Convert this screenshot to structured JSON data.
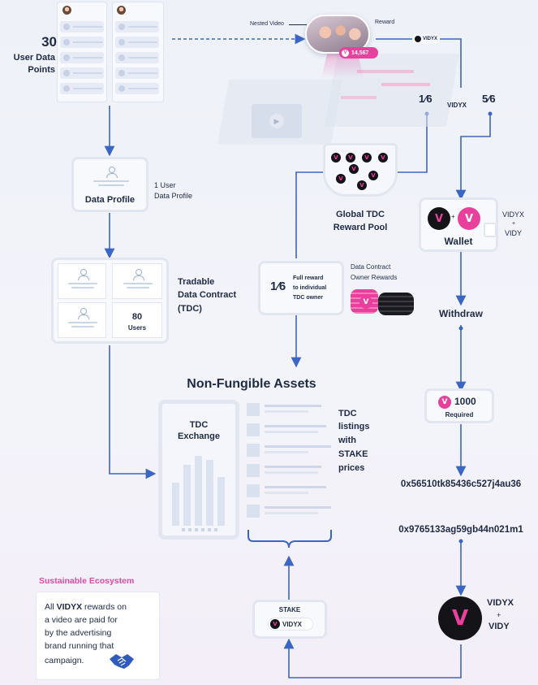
{
  "colors": {
    "accent": "#e8409c",
    "wire": "#3c66c4",
    "text": "#1f2a44",
    "heading_pink": "#e04aa4"
  },
  "top": {
    "user_data_count": "30",
    "user_data_label_1": "User Data",
    "user_data_label_2": "Points",
    "nested_video_label": "Nested Video",
    "reward_label": "Reward",
    "badge_value": "14,567",
    "vidyx_tag": "VIDYX",
    "split_one": "1⁄6",
    "split_five": "5⁄6",
    "vidyx_mid": "VIDYX"
  },
  "profile": {
    "title": "Data Profile",
    "note_1": "1 User",
    "note_2": "Data Profile"
  },
  "tdc": {
    "title_1": "Tradable",
    "title_2": "Data Contract",
    "title_3": "(TDC)",
    "count": "80",
    "count_label": "Users"
  },
  "pool": {
    "title_1": "Global TDC",
    "title_2": "Reward Pool",
    "coin_count": 8
  },
  "full_reward": {
    "fraction": "1⁄6",
    "text_1": "Full reward",
    "text_2": "to individual",
    "text_3": "TDC owner"
  },
  "owner_rewards": {
    "label_1": "Data Contract",
    "label_2": "Owner Rewards"
  },
  "wallet": {
    "title": "Wallet",
    "side_1": "VIDYX",
    "side_plus": "+",
    "side_2": "VIDY"
  },
  "withdraw": {
    "label": "Withdraw",
    "amount": "1000",
    "required": "Required"
  },
  "addresses": {
    "addr_1": "0x56510tk85436c527j4au36",
    "addr_2": "0x9765133ag59gb44n021m1"
  },
  "assets": {
    "heading": "Non-Fungible Assets",
    "exchange_1": "TDC",
    "exchange_2": "Exchange",
    "listing_1": "TDC",
    "listing_2": "listings",
    "listing_3": "with",
    "listing_4": "STAKE",
    "listing_5": "prices",
    "exchange_bars": [
      0.55,
      0.78,
      0.9,
      0.84,
      0.62
    ]
  },
  "stake": {
    "label": "STAKE",
    "coin_label": "VIDYX"
  },
  "ecosystem": {
    "heading": "Sustainable Ecosystem",
    "line_1_a": "All ",
    "line_1_b": "VIDYX",
    "line_1_c": " rewards on",
    "line_2": "a video are paid for",
    "line_3": "by the advertising",
    "line_4": "brand running that",
    "line_5": "campaign."
  },
  "final_token": {
    "side_1": "VIDYX",
    "side_plus": "+",
    "side_2": "VIDY"
  },
  "icons": [
    "user-icon",
    "vidyx-coin-icon",
    "handshake-icon",
    "arrow-icon",
    "play-icon"
  ]
}
